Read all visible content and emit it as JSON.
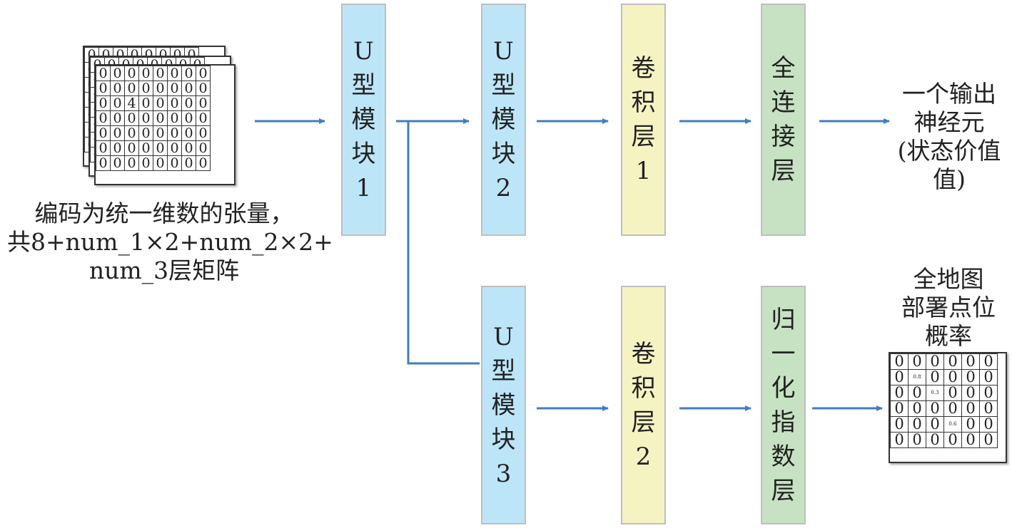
{
  "input": {
    "caption_lines": [
      "编码为统一维数的张量，",
      "共8+num_1×2+num_2×2+",
      "num_3层矩阵"
    ],
    "grid_cells": [
      [
        "0",
        "0",
        "0",
        "0",
        "0",
        "0",
        "0",
        "0"
      ],
      [
        "0",
        "0",
        "0",
        "0",
        "0",
        "0",
        "0",
        "0"
      ],
      [
        "0",
        "0",
        "4",
        "0",
        "0",
        "0",
        "0",
        "0"
      ],
      [
        "0",
        "0",
        "0",
        "0",
        "0",
        "0",
        "0",
        "0"
      ],
      [
        "0",
        "0",
        "0",
        "0",
        "0",
        "0",
        "0",
        "0"
      ],
      [
        "0",
        "0",
        "0",
        "0",
        "0",
        "0",
        "0",
        "0"
      ],
      [
        "0",
        "0",
        "0",
        "0",
        "0",
        "0",
        "0",
        "0"
      ]
    ]
  },
  "blocks": {
    "u1": [
      "U",
      "型",
      "模",
      "块",
      "1"
    ],
    "u2": [
      "U",
      "型",
      "模",
      "块",
      "2"
    ],
    "u3": [
      "U",
      "型",
      "模",
      "块",
      "3"
    ],
    "conv1": [
      "卷",
      "积",
      "层",
      "1"
    ],
    "conv2": [
      "卷",
      "积",
      "层",
      "2"
    ],
    "fc": [
      "全",
      "连",
      "接",
      "层"
    ],
    "softmax": [
      "归",
      "一",
      "化",
      "指",
      "数",
      "层"
    ]
  },
  "outputs": {
    "value_lines": [
      "一个输出",
      "神经元",
      "(状态价值",
      "值)"
    ],
    "policy_lines": [
      "全地图",
      "部署点位",
      "概率"
    ],
    "policy_grid": [
      [
        "0",
        "0",
        "0",
        "0",
        "0",
        "0"
      ],
      [
        "0",
        "0.8",
        "0",
        "0",
        "0",
        "0"
      ],
      [
        "0",
        "0",
        "0.3",
        "0",
        "0",
        "0"
      ],
      [
        "0",
        "0",
        "0",
        "0",
        "0",
        "0"
      ],
      [
        "0",
        "0",
        "0",
        "0.6",
        "0",
        "0"
      ],
      [
        "0",
        "0",
        "0",
        "0",
        "0",
        "0"
      ]
    ]
  },
  "colors": {
    "arrow": "#3e7fc1",
    "u_block": "#bde5f8",
    "conv_block": "#f6f3c3",
    "fc_block": "#c6e2c2"
  }
}
